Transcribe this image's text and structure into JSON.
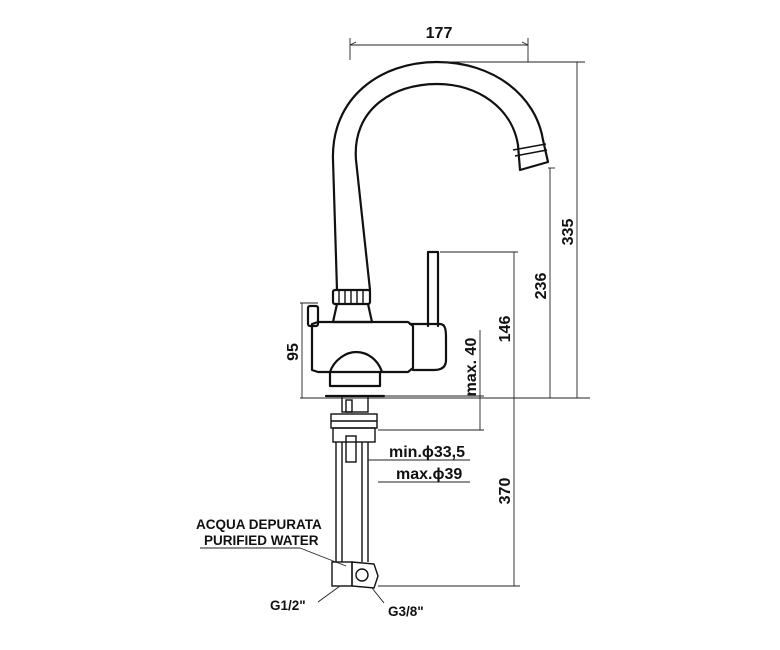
{
  "dimensions": {
    "width_177": "177",
    "height_335": "335",
    "height_236": "236",
    "height_146": "146",
    "height_95": "95",
    "max_40": "max. 40",
    "min_hole": "min.ϕ33,5",
    "max_hole": "max.ϕ39",
    "height_370": "370"
  },
  "labels": {
    "acqua": "ACQUA DEPURATA",
    "purified": "PURIFIED WATER",
    "g12": "G1/2\"",
    "g38": "G3/8\""
  }
}
